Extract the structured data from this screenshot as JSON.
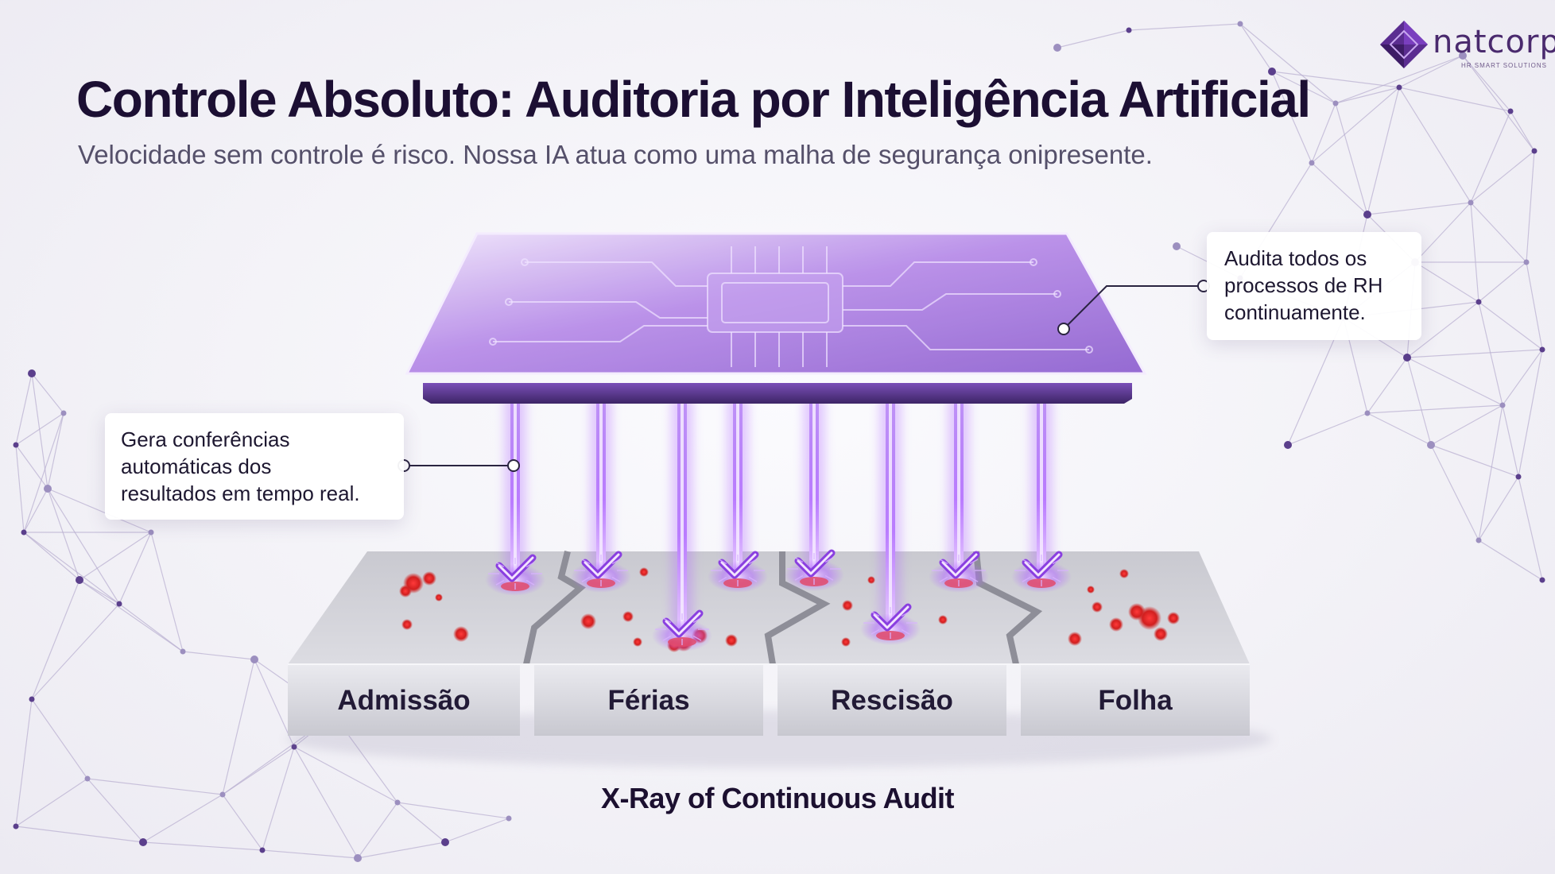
{
  "brand": {
    "name": "natcorp",
    "tagline": "HR SMART SOLUTIONS",
    "color": "#4a2a6e"
  },
  "header": {
    "title": "Controle Absoluto: Auditoria por Inteligência Artificial",
    "subtitle": "Velocidade sem controle é risco. Nossa IA atua como uma malha de segurança onipresente."
  },
  "callouts": {
    "left": [
      "Gera conferências",
      "automáticas dos",
      "resultados em tempo real."
    ],
    "right": [
      "Audita todos os",
      "processos de RH",
      "continuamente."
    ]
  },
  "processes": [
    {
      "label": "Admissão"
    },
    {
      "label": "Férias"
    },
    {
      "label": "Rescisão"
    },
    {
      "label": "Folha"
    }
  ],
  "caption": "X-Ray of Continuous Audit",
  "colors": {
    "accent": "#8e4fd8",
    "beam": "#b76cf5",
    "error": "#e02a2a",
    "title": "#1c0f33"
  },
  "icons": [
    "chip-icon",
    "checkmark-icon",
    "error-dot-icon",
    "network-node-icon",
    "natcorp-logo-icon"
  ]
}
